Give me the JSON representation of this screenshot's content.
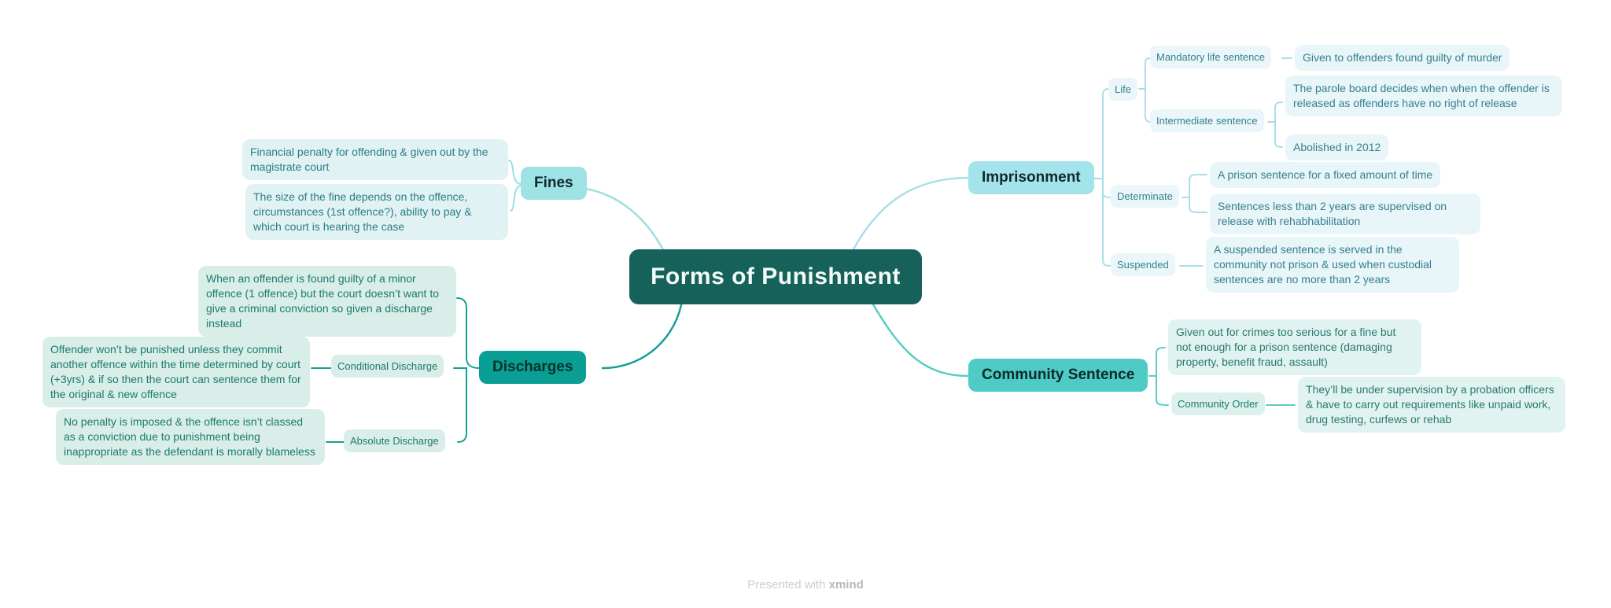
{
  "title": "Forms of Punishment",
  "footer": {
    "prefix": "Presented with ",
    "brand": "xmind"
  },
  "colors": {
    "center_bg": "#17615b",
    "fines_bg": "#9de2e4",
    "imprisonment_bg": "#a3e4ea",
    "community_bg": "#4ecbc5",
    "discharges_bg": "#0b9e94",
    "fines_line": "#9bdfe0",
    "imprisonment_line": "#aadeea",
    "community_line": "#5bcbc6",
    "discharges_line": "#15a097"
  },
  "fines": {
    "label": "Fines",
    "notes": [
      "Financial penalty for offending & given out by the magistrate court",
      "The size of the fine depends on the offence, circumstances (1st offence?), ability to pay & which court is hearing the case"
    ]
  },
  "discharges": {
    "label": "Discharges",
    "note": "When an offender is found guilty of a minor offence (1 offence) but the court doesn’t want to give a criminal conviction so given a discharge instead",
    "conditional": {
      "label": "Conditional Discharge",
      "note": "Offender won’t be punished unless they commit another offence within the time determined by court (+3yrs) & if so then the court can sentence them for the original & new offence"
    },
    "absolute": {
      "label": "Absolute Discharge",
      "note": "No penalty is imposed & the offence isn’t classed as a conviction due to punishment being inappropriate as the defendant is morally blameless"
    }
  },
  "imprisonment": {
    "label": "Imprisonment",
    "life": {
      "label": "Life",
      "mandatory": {
        "label": "Mandatory life sentence",
        "note": "Given to offenders found guilty of murder"
      },
      "intermediate": {
        "label": "Intermediate sentence",
        "notes": [
          "The parole board decides when when the offender is released as offenders have no right of release",
          "Abolished in 2012"
        ]
      }
    },
    "determinate": {
      "label": "Determinate",
      "notes": [
        "A prison sentence for a fixed amount of time",
        "Sentences less than 2 years are supervised on release with rehabhabilitation"
      ]
    },
    "suspended": {
      "label": "Suspended",
      "note": "A suspended sentence is served in the community not prison & used when custodial sentences are no more than 2 years"
    }
  },
  "community": {
    "label": "Community Sentence",
    "note": "Given out for crimes too serious for a fine but not enough for a prison sentence (damaging property, benefit fraud, assault)",
    "order": {
      "label": "Community Order",
      "note": "They’ll be under supervision by a probation officers & have to carry out requirements like unpaid work, drug testing, curfews or rehab"
    }
  }
}
